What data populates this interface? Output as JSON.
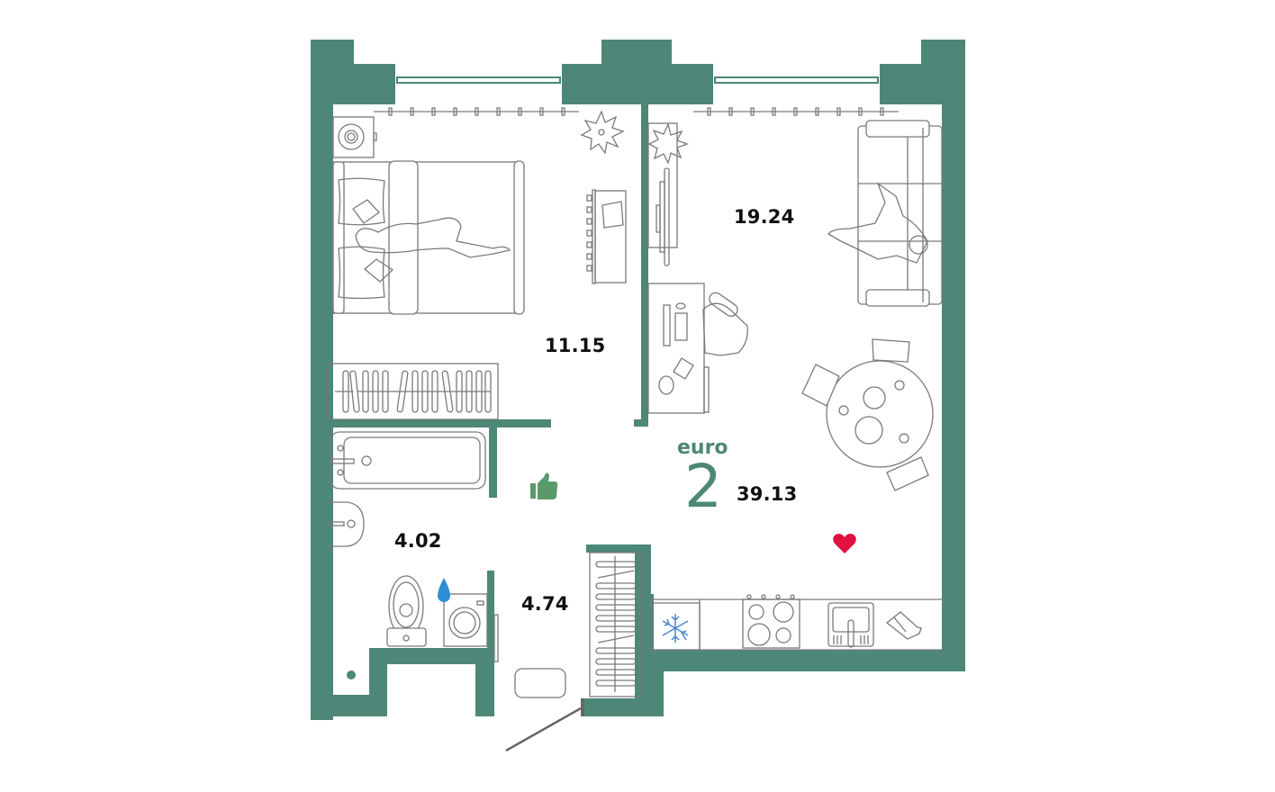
{
  "plan": {
    "type_label": "euro",
    "rooms_count": "2",
    "total_area": "39.13",
    "wall_color": "#4d8777",
    "rooms": [
      {
        "id": "bedroom",
        "area": "11.15"
      },
      {
        "id": "living-kitchen",
        "area": "19.24"
      },
      {
        "id": "bathroom",
        "area": "4.02"
      },
      {
        "id": "hallway",
        "area": "4.74"
      }
    ],
    "badges": [
      {
        "name": "thumbs-up-icon",
        "color": "#5a9a6a"
      },
      {
        "name": "heart-icon",
        "color": "#e0123f"
      },
      {
        "name": "water-drop-icon",
        "color": "#2d8fd5"
      },
      {
        "name": "snowflake-icon",
        "color": "#4a86c5"
      }
    ]
  }
}
